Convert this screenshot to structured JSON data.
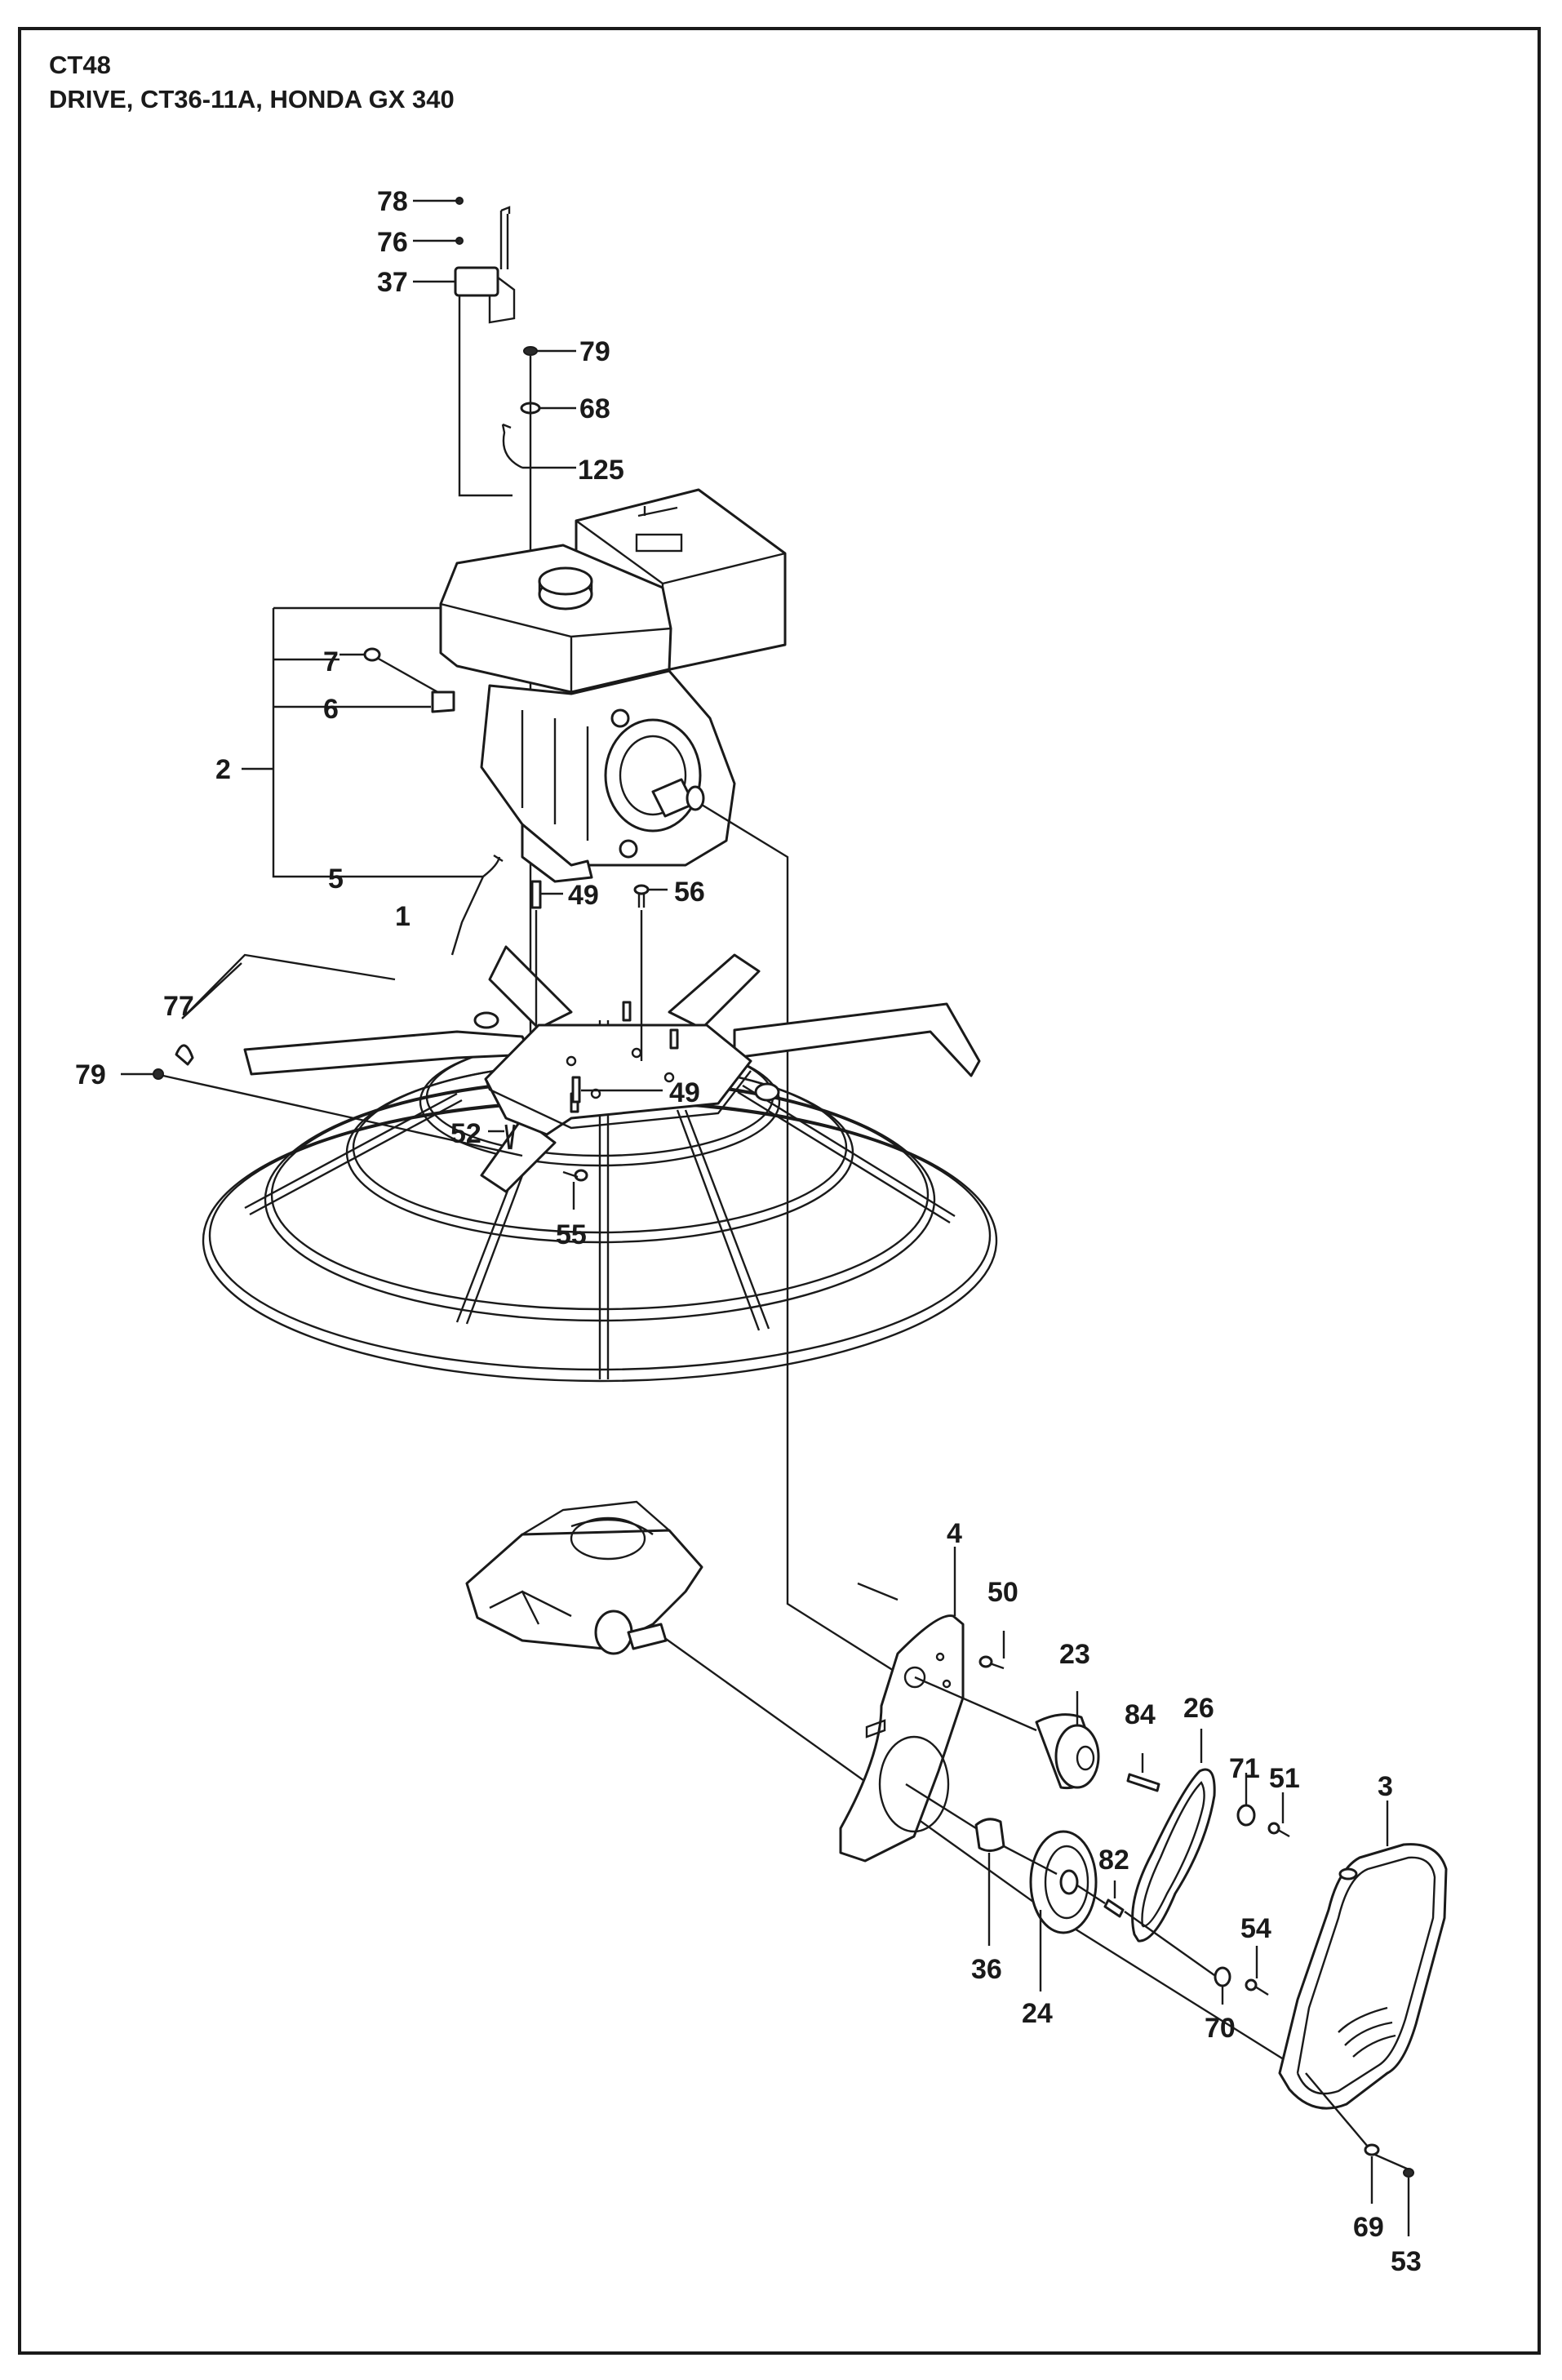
{
  "header": {
    "model": "CT48",
    "subtitle": "DRIVE, CT36-11A, HONDA GX 340"
  },
  "callouts": {
    "c78": "78",
    "c76": "76",
    "c37": "37",
    "c79a": "79",
    "c68": "68",
    "c125": "125",
    "c7": "7",
    "c6": "6",
    "c2": "2",
    "c5": "5",
    "c49a": "49",
    "c56": "56",
    "c1": "1",
    "c77": "77",
    "c79b": "79",
    "c49b": "49",
    "c52": "52",
    "c55": "55",
    "c4": "4",
    "c50": "50",
    "c23": "23",
    "c84": "84",
    "c26": "26",
    "c71": "71",
    "c51": "51",
    "c3": "3",
    "c82": "82",
    "c54": "54",
    "c36": "36",
    "c24": "24",
    "c70": "70",
    "c69": "69",
    "c53": "53"
  }
}
